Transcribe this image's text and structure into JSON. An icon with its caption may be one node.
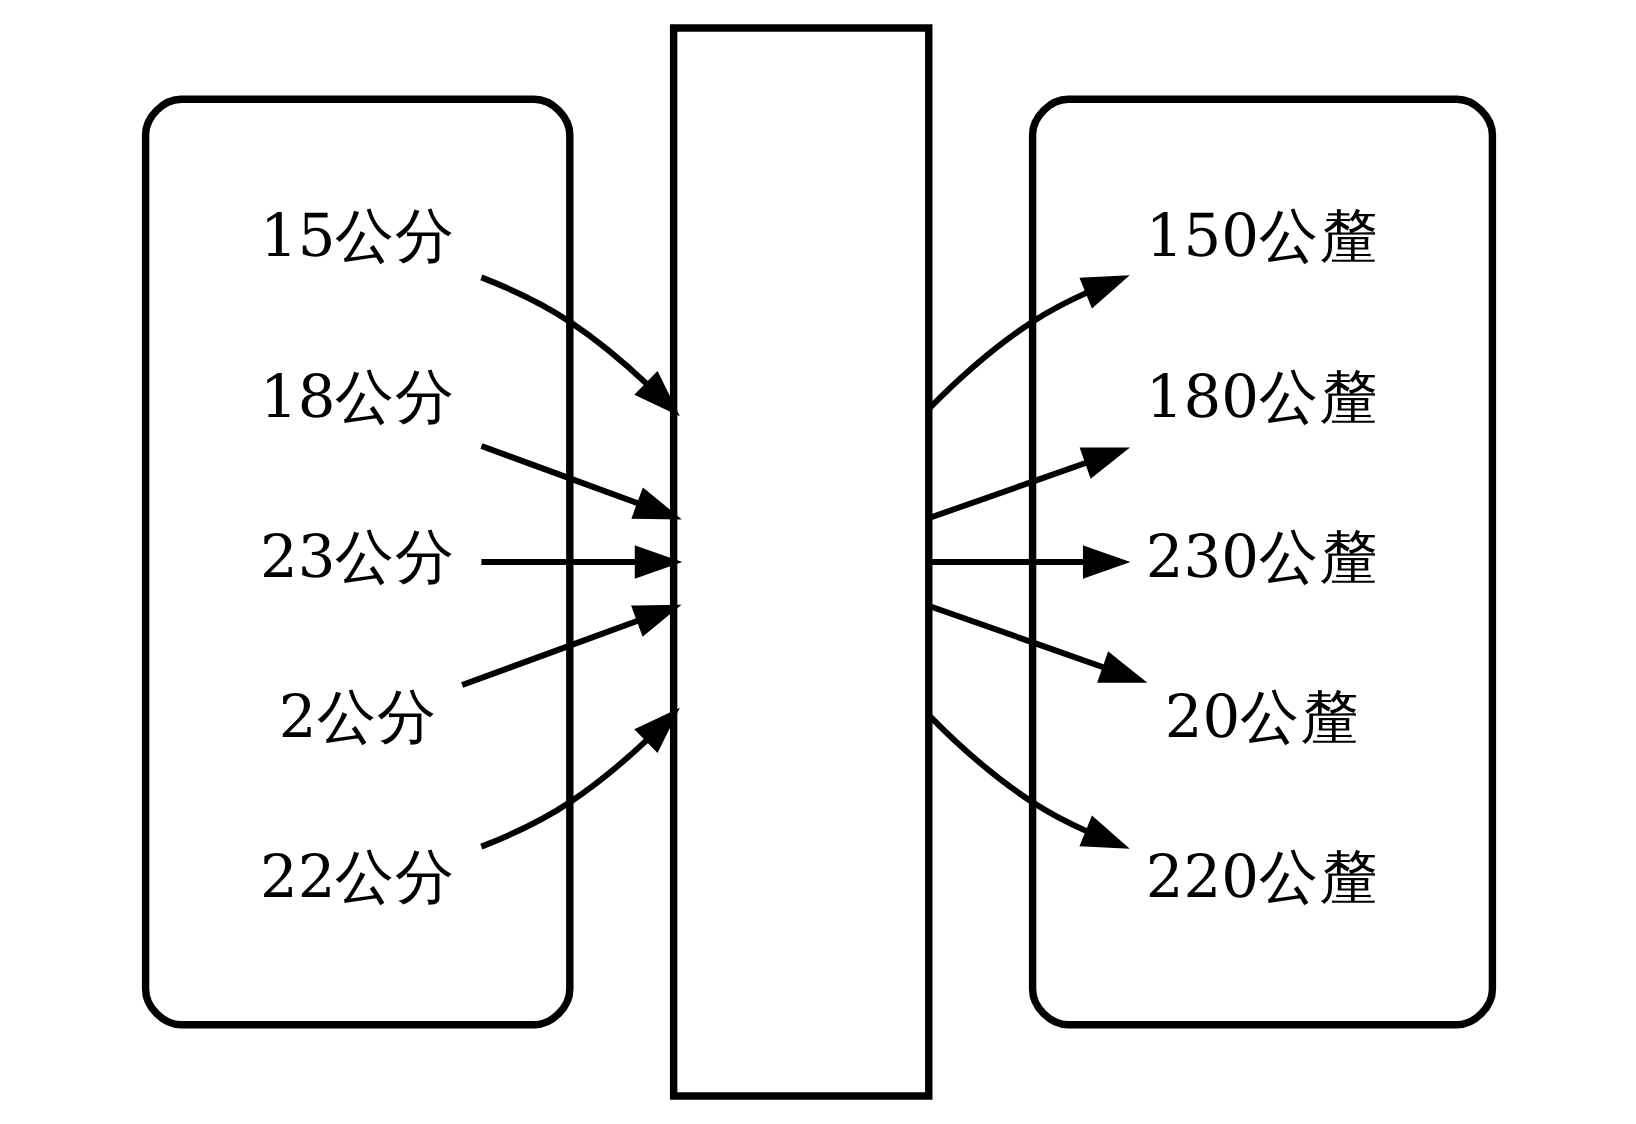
{
  "diagram": {
    "nodes": [
      {
        "text": [],
        "shape": "ellipse"
      },
      {
        "text": [
          "15公分"
        ],
        "in": 0
      },
      {
        "text": [
          "18公分"
        ],
        "in": 0
      },
      {
        "text": [
          "23公分"
        ],
        "in": 0
      },
      {
        "text": [
          "2公分"
        ],
        "in": 0
      },
      {
        "text": [
          "22公分"
        ],
        "in": 0
      },
      {
        "text": [],
        "shape": "box"
      },
      {
        "text": [],
        "shape": "ellipse"
      },
      {
        "text": [
          "150公釐"
        ],
        "in": 7
      },
      {
        "text": [
          "180公釐"
        ],
        "in": 7
      },
      {
        "text": [
          "230公釐"
        ],
        "in": 7
      },
      {
        "text": [
          "20公釐"
        ],
        "in": 7
      },
      {
        "text": [
          "220公釐"
        ],
        "in": 7
      }
    ],
    "edges": [
      {
        "from": 1,
        "to": 6,
        "arrow": "to"
      },
      {
        "from": 6,
        "to": 8,
        "arrow": "to"
      },
      {
        "from": 2,
        "to": 6,
        "arrow": "to"
      },
      {
        "from": 6,
        "to": 9,
        "arrow": "to"
      },
      {
        "from": 3,
        "to": 6,
        "arrow": "to"
      },
      {
        "from": 6,
        "to": 10,
        "arrow": "to"
      },
      {
        "from": 4,
        "to": 6,
        "arrow": "to"
      },
      {
        "from": 6,
        "to": 11,
        "arrow": "to"
      },
      {
        "from": 5,
        "to": 6,
        "arrow": "to"
      },
      {
        "from": 6,
        "to": 12,
        "arrow": "to"
      }
    ]
  }
}
